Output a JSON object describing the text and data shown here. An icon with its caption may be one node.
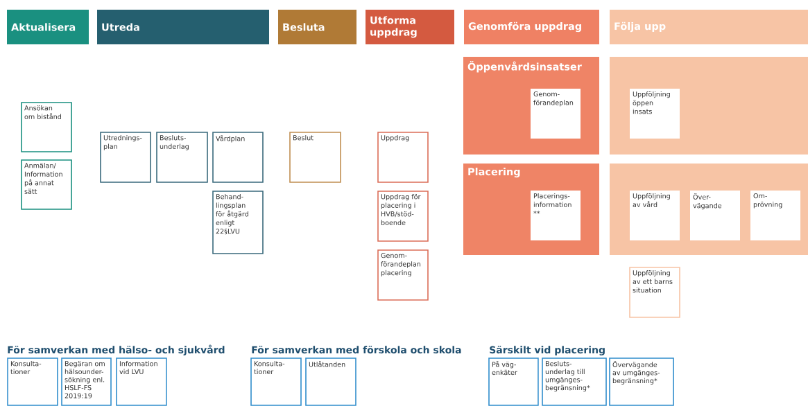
{
  "diagram": {
    "nodes": [
      {
        "text": [
          "Aktualisera"
        ]
      },
      {
        "text": [
          "Utreda"
        ]
      },
      {
        "text": [
          "Besluta"
        ]
      },
      {
        "text": [
          "Utforma uppdrag"
        ]
      },
      {
        "text": [
          "Genomföra uppdrag"
        ]
      },
      {
        "text": [
          "Följa upp"
        ]
      },
      {
        "text": [
          "Öppenvårdsinsatser"
        ]
      },
      {
        "text": [
          "Genom- förandeplan"
        ],
        "in": 6
      },
      {
        "text": [],
        "shape": "box"
      },
      {
        "text": [
          "Uppföljning öppen insats"
        ],
        "in": 8
      },
      {
        "text": [
          "Ansökan om bistånd"
        ]
      },
      {
        "text": [
          "Anmälan/ Information på annat sätt"
        ]
      },
      {
        "text": [
          "Utrednings- plan"
        ]
      },
      {
        "text": [
          "Besluts- underlag"
        ]
      },
      {
        "text": [
          "Vårdplan"
        ]
      },
      {
        "text": [
          "Behand- lingsplan för åtgärd enligt 22§LVU"
        ]
      },
      {
        "text": [
          "Beslut"
        ]
      },
      {
        "text": [
          "Uppdrag"
        ]
      },
      {
        "text": [
          "Placering"
        ]
      },
      {
        "text": [
          "Placerings- information **"
        ],
        "in": 18
      },
      {
        "text": [],
        "shape": "box"
      },
      {
        "text": [
          "Uppföljning av vård"
        ],
        "in": 20
      },
      {
        "text": [
          "Över- vägande"
        ],
        "in": 20
      },
      {
        "text": [
          "Om- prövning"
        ],
        "in": 20
      },
      {
        "text": [
          "Uppdrag för placering i HVB/stöd- boende"
        ]
      },
      {
        "text": [
          "Genom- förandeplan placering"
        ]
      },
      {
        "text": [
          "Uppföljning av ett barns situation"
        ]
      },
      {
        "text": [
          "Konsulta- tioner"
        ]
      },
      {
        "text": [
          "Begäran om hälsounder- sökning enl. HSLF-FS 2019:19"
        ]
      },
      {
        "text": [
          "Information vid LVU"
        ]
      },
      {
        "text": [
          "Konsulta- tioner"
        ]
      },
      {
        "text": [
          "Utlåtanden"
        ]
      },
      {
        "text": [
          "På väg- enkäter"
        ]
      },
      {
        "text": [
          "Besluts- underlag till umgänges- begränsning*"
        ]
      },
      {
        "text": [
          "Övervägande av umgänges- begränsning*"
        ]
      }
    ],
    "labels": [
      "För samverkan med hälso- och sjukvård",
      "För samverkan med förskola och skola",
      "Särskilt vid placering"
    ]
  }
}
